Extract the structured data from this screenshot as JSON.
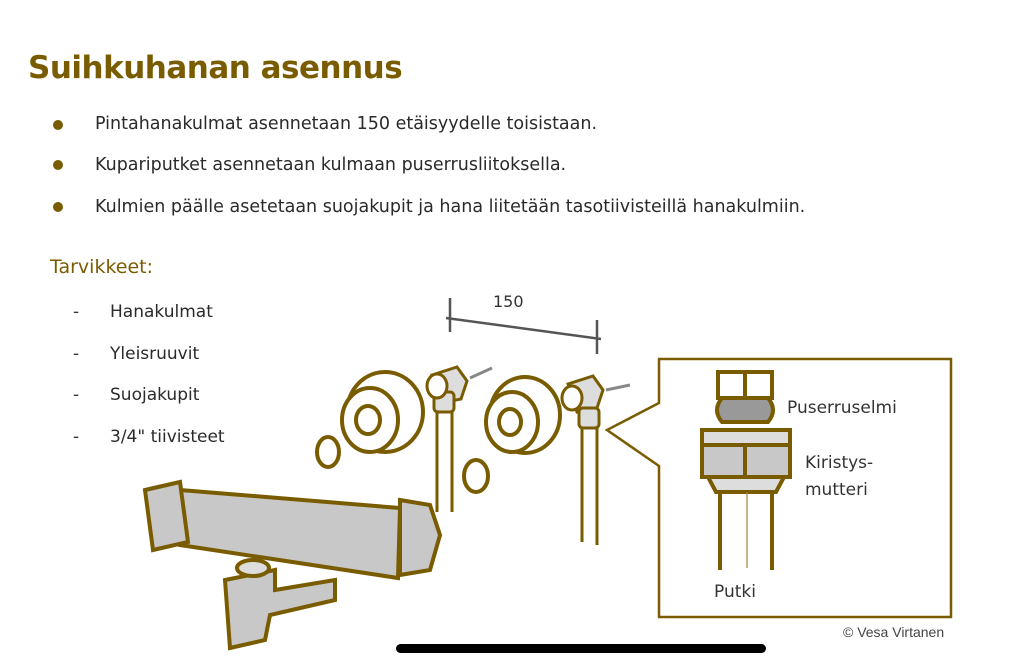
{
  "title": "Suihkuhanan asennus",
  "bullets": [
    "Pintahanakulmat asennetaan 150 etäisyydelle toisistaan.",
    "Kupariputket asennetaan kulmaan puserrusliitoksella.",
    "Kulmien päälle asetetaan suojakupit ja hana liitetään tasotiivisteillä hanakulmiin."
  ],
  "supplies": {
    "heading": "Tarvikkeet:",
    "dash": "-",
    "items": [
      "Hanakulmat",
      "Yleisruuvit",
      "Suojakupit",
      "3/4\" tiivisteet"
    ]
  },
  "diagram": {
    "dimension_label": "150",
    "callout_labels": {
      "ferrule": "Puserruselmi",
      "nut_line1": "Kiristys-",
      "nut_line2": "mutteri",
      "pipe": "Putki"
    }
  },
  "copyright": "© Vesa Virtanen",
  "colors": {
    "accent": "#7a5c00",
    "fill": "#c8c8c8"
  }
}
